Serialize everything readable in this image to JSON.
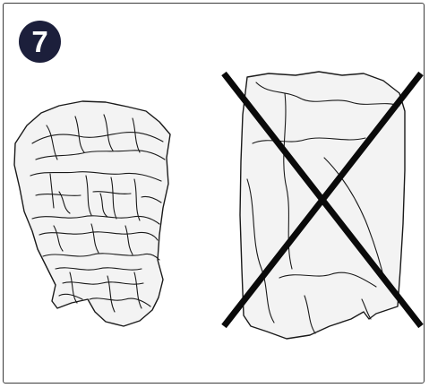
{
  "step": {
    "number": "7",
    "badge_color": "#1c1f3b"
  },
  "illustrations": [
    {
      "name": "correctly-crumpled-cover",
      "status": "correct"
    },
    {
      "name": "incorrectly-folded-cover",
      "status": "incorrect"
    }
  ],
  "colors": {
    "line": "#1a1a1a",
    "fabric_fill": "#f3f3f3",
    "cross": "#0a0a0a"
  }
}
